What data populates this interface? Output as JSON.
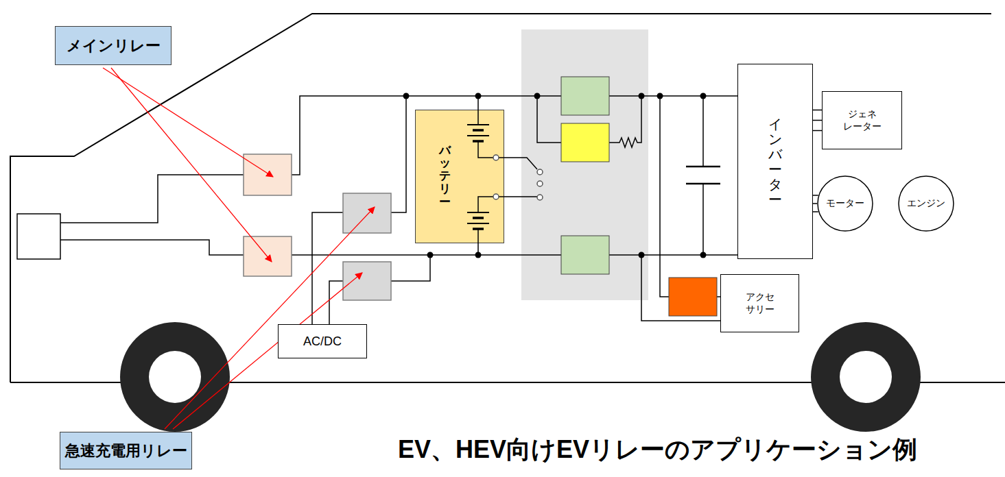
{
  "diagram": {
    "title": "EV、HEV向けEVリレーのアプリケーション例",
    "nodes": [
      {
        "text": [
          "メインリレー"
        ]
      },
      {
        "text": [
          "バッテリー"
        ]
      },
      {
        "text": [
          "インバーター"
        ]
      },
      {
        "text": [
          "ジェネ レーター"
        ]
      },
      {
        "text": [
          "モーター"
        ]
      },
      {
        "text": [
          "エンジン"
        ]
      },
      {
        "text": [
          "AC/DC"
        ]
      },
      {
        "text": [
          "アクセ サリー"
        ]
      },
      {
        "text": [
          "急速充電用リレー"
        ]
      }
    ],
    "edges": [
      {
        "from": 2,
        "to": 3,
        "arrow": "none"
      },
      {
        "from": 2,
        "to": 3,
        "arrow": "none"
      },
      {
        "from": 2,
        "to": 3,
        "arrow": "none"
      },
      {
        "from": 2,
        "to": 4,
        "arrow": "none"
      },
      {
        "from": 2,
        "to": 4,
        "arrow": "none"
      },
      {
        "from": 2,
        "to": 4,
        "arrow": "none"
      }
    ]
  }
}
